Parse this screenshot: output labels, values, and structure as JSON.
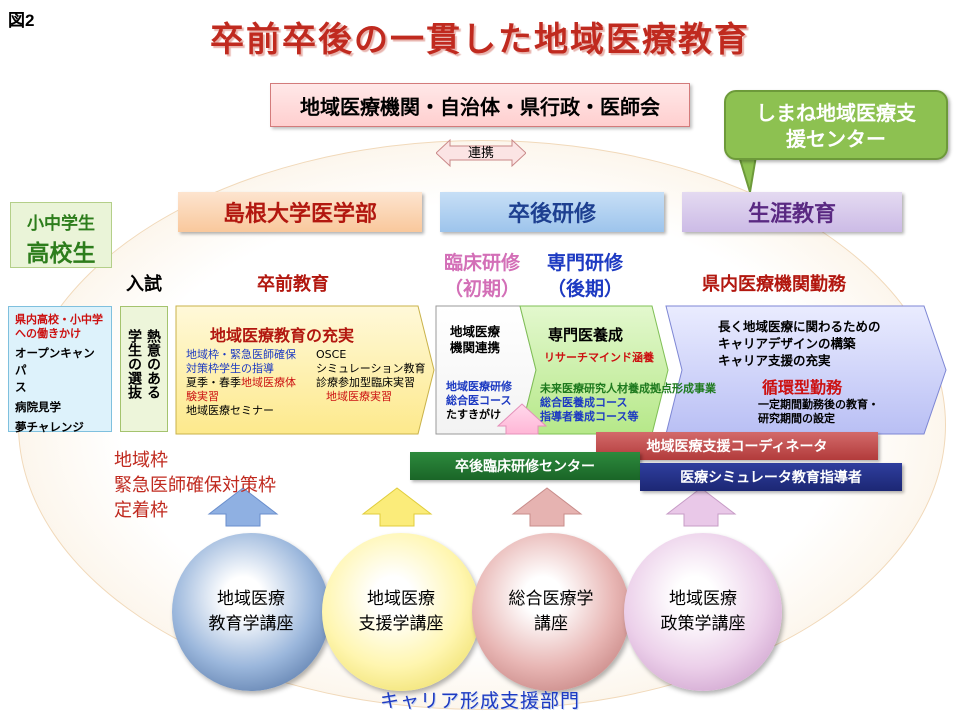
{
  "figure_label": "図2",
  "title": "卒前卒後の一貫した地域医療教育",
  "top_box": "地域医療機関・自治体・県行政・医師会",
  "renkei_label": "連携",
  "callout": {
    "line1": "しまね地域医療支",
    "line2": "援センター"
  },
  "students": {
    "line1": "小中学生",
    "line2": "高校生"
  },
  "bands": {
    "shimane": "島根大学医学部",
    "sotsugo": "卒後研修",
    "shogai": "生涯教育"
  },
  "stage_labels": {
    "nyushi": "入試",
    "sotsuzen": "卒前教育",
    "rinsho_line1": "臨床研修",
    "rinsho_line2": "（初期）",
    "senmon_line1": "専門研修",
    "senmon_line2": "（後期）",
    "kennai": "県内医療機関勤務"
  },
  "outreach": {
    "red_line1": "県内高校・小中学",
    "red_line2": "への働きかけ",
    "items": [
      "オープンキャンパ",
      "ス",
      "病院見学",
      "夢チャレンジ"
    ]
  },
  "selection": {
    "col1": "熱意のある",
    "col2": "学生の選抜"
  },
  "sotsuzen_box": {
    "heading": "地域医療教育の充実",
    "blue_line1": "地域枠・緊急医師確保",
    "blue_line2": "対策枠学生の指導",
    "line3a": "夏季・春季",
    "line3b": "地域医療体",
    "line4": "験実習",
    "line5": "地域医療セミナー",
    "right1": "OSCE",
    "right2": "シミュレーション教育",
    "right3": "診療参加型臨床実習",
    "right4": "地域医療実習"
  },
  "rinsho_box": {
    "line1": "地域医療",
    "line2": "機関連携",
    "blue1": "地域医療研修",
    "blue2": "総合医コース",
    "line3": "たすきがけ"
  },
  "senmon_box": {
    "heading": "専門医養成",
    "red": "リサーチマインド涵養",
    "green": "未来医療研究人材養成拠点形成事業",
    "blue1": "総合医養成コース",
    "blue2": "指導者養成コース等"
  },
  "kennai_box": {
    "line1": "長く地域医療に関わるための",
    "line2": "キャリアデザインの構築",
    "line3": "キャリア支援の充実",
    "red": "循環型勤務",
    "line4": "一定期間勤務後の教育・",
    "line5": "研究期間の設定"
  },
  "bars": {
    "coordinator": "地域医療支援コーディネータ",
    "center": "卒後臨床研修センター",
    "simulator": "医療シミュレータ教育指導者"
  },
  "waku": {
    "line1": "地域枠",
    "line2": "緊急医師確保対策枠",
    "line3": "定着枠"
  },
  "chairs": [
    {
      "line1": "地域医療",
      "line2": "教育学講座"
    },
    {
      "line1": "地域医療",
      "line2": "支援学講座"
    },
    {
      "line1": "総合医療学",
      "line2": "講座"
    },
    {
      "line1": "地域医療",
      "line2": "政策学講座"
    }
  ],
  "career_dept": "キャリア形成支援部門",
  "colors": {
    "title": "#c02a1f",
    "accent_blue": "#1d3ac2",
    "green_callout": "#8dc151"
  }
}
